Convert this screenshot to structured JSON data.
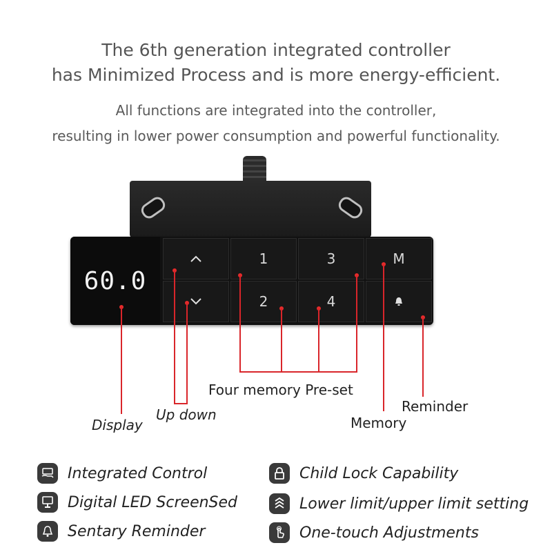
{
  "header": {
    "line1": "The 6th generation integrated controller",
    "line2": "has Minimized Process and is more energy-efficient.",
    "sub1": "All functions are integrated into the controller,",
    "sub2": "resulting in lower power consumption and powerful functionality."
  },
  "controller": {
    "display_value": "60.0",
    "keys": {
      "up": "up-arrow",
      "down": "down-arrow",
      "one": "1",
      "two": "2",
      "three": "3",
      "four": "4",
      "memory": "M",
      "reminder": "bell"
    }
  },
  "callouts": {
    "display": "Display",
    "updown": "Up down",
    "preset": "Four memory Pre-set",
    "memory": "Memory",
    "reminder": "Reminder"
  },
  "features": [
    {
      "icon": "integrated-control-icon",
      "label": "Integrated Control"
    },
    {
      "icon": "lock-icon",
      "label": "Child Lock Capability"
    },
    {
      "icon": "led-screen-icon",
      "label": "Digital LED ScreenSed"
    },
    {
      "icon": "limit-layers-icon",
      "label": "Lower limit/upper limit setting"
    },
    {
      "icon": "bell-icon",
      "label": "Sentary Reminder"
    },
    {
      "icon": "touch-hand-icon",
      "label": "One-touch Adjustments"
    }
  ],
  "colors": {
    "accent_red": "#d9252a",
    "panel": "#111111",
    "led_text": "#f2f2f2"
  }
}
